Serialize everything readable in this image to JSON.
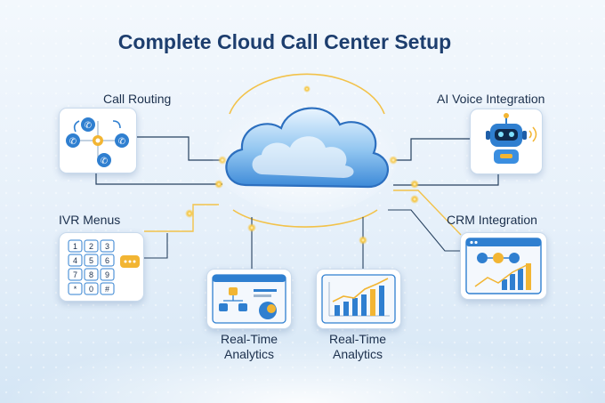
{
  "title": "Complete Cloud Call Center Setup",
  "nodes": {
    "call_routing": "Call Routing",
    "ai_voice": "AI Voice Integration",
    "ivr": "IVR Menus",
    "crm": "CRM Integration",
    "analytics_left_line1": "Real-Time",
    "analytics_left_line2": "Analytics",
    "analytics_right_line1": "Real-Time",
    "analytics_right_line2": "Analytics"
  },
  "keypad_keys": [
    "1",
    "2",
    "3",
    "4",
    "5",
    "6",
    "7",
    "8",
    "9",
    "*",
    "0",
    "#"
  ],
  "colors": {
    "title": "#1d3e6e",
    "accent_blue": "#2f7fd0",
    "accent_gold": "#f2b533",
    "connector": "#27415f"
  }
}
